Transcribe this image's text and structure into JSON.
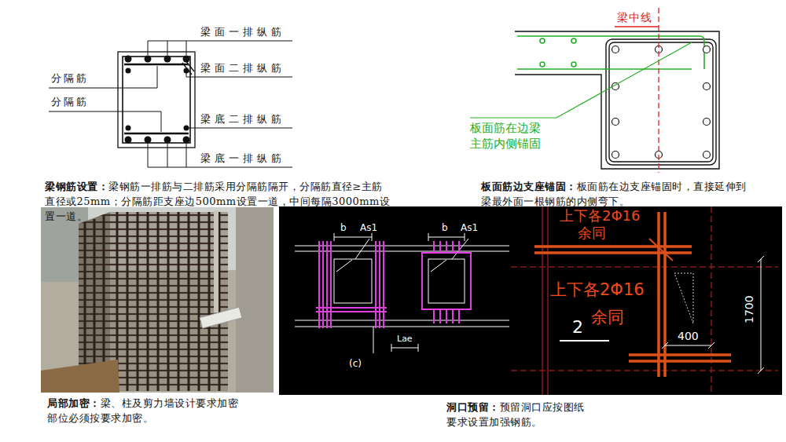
{
  "diagram": {
    "labels": [
      "梁面一排纵筋",
      "分隔筋",
      "梁面二排纵筋",
      "分隔筋",
      "梁底二排纵筋",
      "梁底一排纵筋",
      "梁钢筋设置：",
      "梁钢筋一排筋与二排筋采用分隔筋隔开，分隔筋直径≥主筋直径或25mm；分隔筋距支座边500mm设置一道，中间每隔3000mm设置一道。",
      "梁中线",
      "板面筋在边梁 主筋内侧锚固",
      "板面筋边支座锚固：",
      "板面筋在边支座锚固时，直接延伸到梁最外面一根钢筋的内侧弯下。",
      "局部加密：",
      "梁、柱及剪力墙设计要求加密部位必须按要求加密。",
      "洞口预留：",
      "预留洞口应按图纸要求设置加强钢筋。",
      "b",
      "As1",
      "b",
      "As1",
      "Lae",
      "(c)",
      "上下各2Φ16",
      "余同",
      "上下各2Φ16",
      "余同",
      "2",
      "400",
      "1700"
    ]
  }
}
